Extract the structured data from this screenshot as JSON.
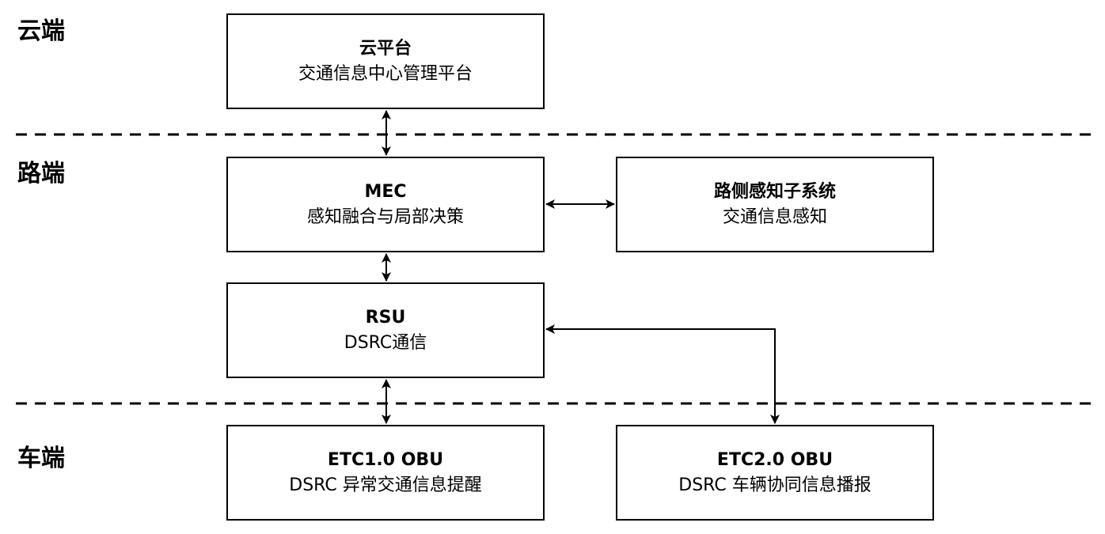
{
  "layers": {
    "cloud": "云端",
    "road": "路端",
    "vehicle": "车端"
  },
  "nodes": {
    "cloud_platform": {
      "title": "云平台",
      "subtitle": "交通信息中心管理平台"
    },
    "mec": {
      "title": "MEC",
      "subtitle": "感知融合与局部决策"
    },
    "roadside_sensing": {
      "title": "路侧感知子系统",
      "subtitle": "交通信息感知"
    },
    "rsu": {
      "title": "RSU",
      "subtitle": "DSRC通信"
    },
    "etc1_obu": {
      "title": "ETC1.0 OBU",
      "subtitle": "DSRC 异常交通信息提醒"
    },
    "etc2_obu": {
      "title": "ETC2.0 OBU",
      "subtitle": "DSRC 车辆协同信息播报"
    }
  },
  "edges": [
    {
      "from": "cloud_platform",
      "to": "mec",
      "direction": "both"
    },
    {
      "from": "mec",
      "to": "roadside_sensing",
      "direction": "both"
    },
    {
      "from": "mec",
      "to": "rsu",
      "direction": "both"
    },
    {
      "from": "rsu",
      "to": "etc1_obu",
      "direction": "both"
    },
    {
      "from": "rsu",
      "to": "etc2_obu",
      "direction": "both"
    }
  ]
}
